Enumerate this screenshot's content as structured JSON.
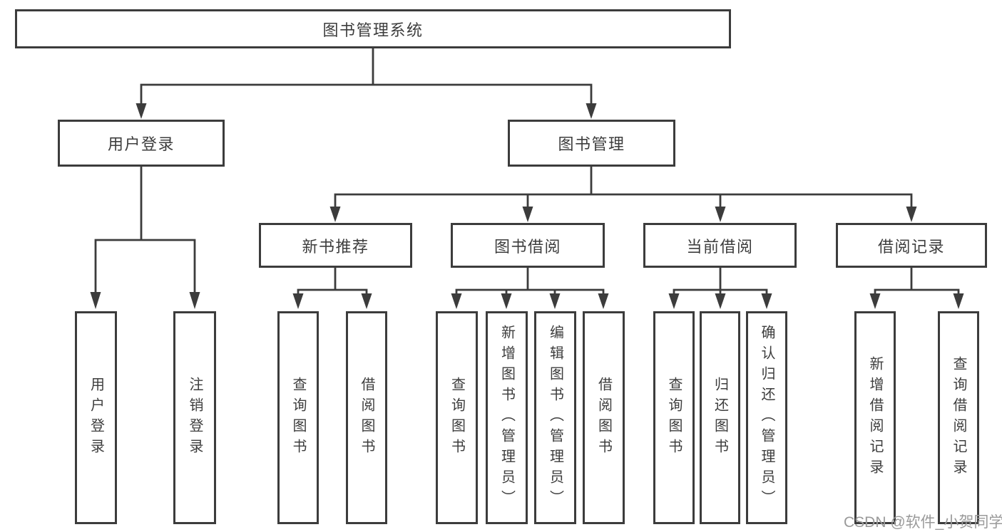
{
  "tree": {
    "label": "图书管理系统",
    "children": [
      {
        "label": "用户登录",
        "children": [
          {
            "label": "用户登录"
          },
          {
            "label": "注销登录"
          }
        ]
      },
      {
        "label": "图书管理",
        "children": [
          {
            "label": "新书推荐",
            "children": [
              {
                "label": "查询图书"
              },
              {
                "label": "借阅图书"
              }
            ]
          },
          {
            "label": "图书借阅",
            "children": [
              {
                "label": "查询图书"
              },
              {
                "label": "新增图书（管理员）"
              },
              {
                "label": "编辑图书（管理员）"
              },
              {
                "label": "借阅图书"
              }
            ]
          },
          {
            "label": "当前借阅",
            "children": [
              {
                "label": "查询图书"
              },
              {
                "label": "归还图书"
              },
              {
                "label": "确认归还（管理员）"
              }
            ]
          },
          {
            "label": "借阅记录",
            "children": [
              {
                "label": "新增借阅记录"
              },
              {
                "label": "查询借阅记录"
              }
            ]
          }
        ]
      }
    ]
  },
  "watermark": "CSDN @软件_小贺同学",
  "colors": {
    "line": "#3c3c3c",
    "text": "#3d3d3d",
    "watermark": "#9a9a9a",
    "background": "#ffffff"
  }
}
